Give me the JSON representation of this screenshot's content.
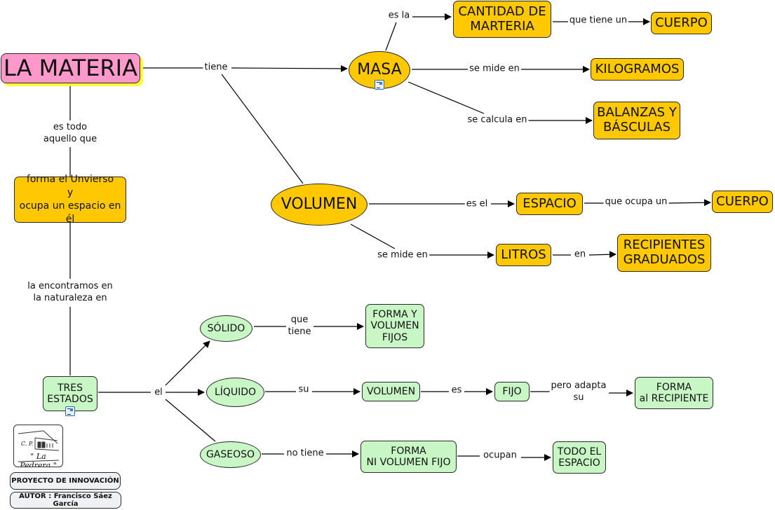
{
  "colors": {
    "root": "#ff99cc",
    "root_shadow": "#ffff33",
    "concept_yellow": "#ffc800",
    "concept_green": "#c8f7c5",
    "credit_box": "#eef2f4",
    "line": "#000000"
  },
  "concepts": {
    "root": "LA MATERIA",
    "masa": "MASA",
    "cantidad": "CANTIDAD  DE\nMARTERIA",
    "cuerpo1": "CUERPO",
    "kilogramos": "KILOGRAMOS",
    "balanzas": "BALANZAS Y\nBÁSCULAS",
    "volumen": "VOLUMEN",
    "espacio": "ESPACIO",
    "cuerpo2": "CUERPO",
    "litros": "LITROS",
    "recipientes": "RECIPIENTES\nGRADUADOS",
    "universo": "forma el Unvierso\ny\nocupa un espacio en él",
    "tres_estados": "TRES\nESTADOS",
    "solido": "SÓLIDO",
    "forma_volumen_fijos": "FORMA Y\nVOLUMEN\nFIJOS",
    "liquido": "LÍQUIDO",
    "volumen_liq": "VOLUMEN",
    "fijo": "FIJO",
    "forma_recipiente": "FORMA\nal RECIPIENTE",
    "gaseoso": "GASEOSO",
    "forma_ni_volumen": "FORMA\nNI VOLUMEN FIJO",
    "todo_espacio": "TODO EL\nESPACIO"
  },
  "links": {
    "tiene": "tiene",
    "es_la": "es la",
    "que_tiene_un": "que tiene un",
    "se_mide_en_masa": "se mide en",
    "se_calcula_en": "se calcula en",
    "es_el": "es el",
    "que_ocupa_un": "que ocupa un",
    "se_mide_en_vol": "se mide en",
    "en": "en",
    "es_todo": "es todo\naquello que",
    "la_encontramos": "la encontramos en\nla naturaleza en",
    "el": "el",
    "que_tiene": "que\ntiene",
    "su": "su",
    "es": "es",
    "pero_adapta": "pero adapta\nsu",
    "no_tiene": "no tiene",
    "ocupan": "ocupan"
  },
  "credits": {
    "logo_cp": "C. P.",
    "logo_name": "\" La Pedrera \"",
    "project": "PROYECTO DE INNOVACIÓN",
    "author": "AUTOR : Francisco Sáez García"
  },
  "icons": {
    "resource": "resource-document-icon"
  }
}
